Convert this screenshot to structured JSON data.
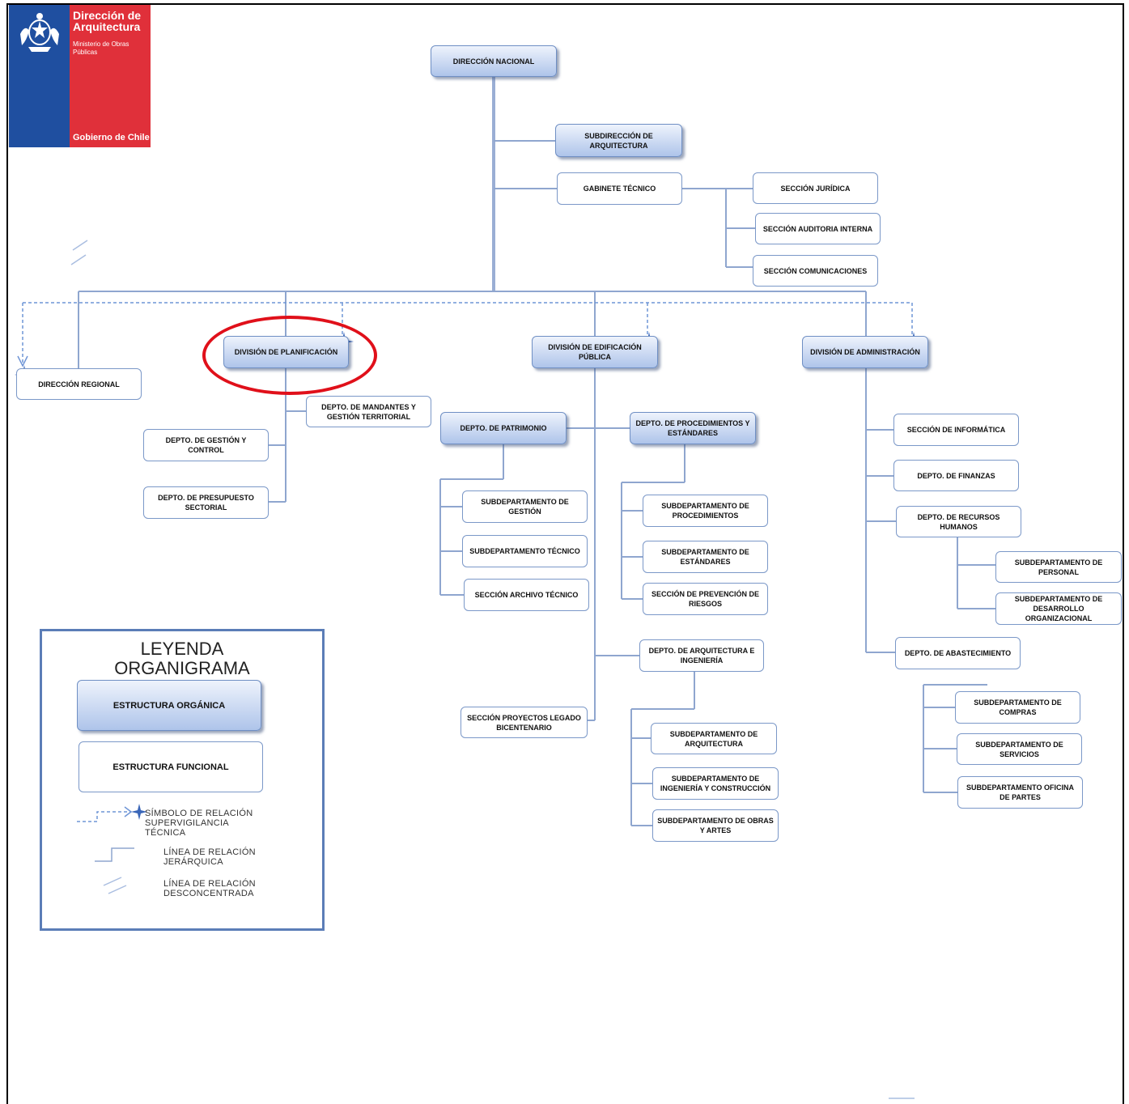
{
  "logo": {
    "title_line1": "Dirección de",
    "title_line2": "Arquitectura",
    "ministry_line1": "Ministerio de Obras",
    "ministry_line2": "Públicas",
    "government": "Gobierno de Chile",
    "colors": {
      "blue": "#1f4fa0",
      "red": "#e0303a"
    }
  },
  "nodes": {
    "direccion_nacional": "DIRECCIÓN NACIONAL",
    "subdireccion": "SUBDIRECCIÓN DE ARQUITECTURA",
    "gabinete": "GABINETE TÉCNICO",
    "seccion_juridica": "SECCIÓN JURÍDICA",
    "seccion_auditoria": "SECCIÓN AUDITORIA INTERNA",
    "seccion_comunicaciones": "SECCIÓN COMUNICACIONES",
    "direccion_regional": "DIRECCIÓN REGIONAL",
    "division_planificacion": "DIVISIÓN DE PLANIFICACIÓN",
    "depto_mandantes": "DEPTO. DE MANDANTES Y GESTIÓN TERRITORIAL",
    "depto_gestion_control": "DEPTO. DE GESTIÓN Y CONTROL",
    "depto_presupuesto": "DEPTO. DE PRESUPUESTO SECTORIAL",
    "division_edificacion": "DIVISIÓN DE EDIFICACIÓN PÚBLICA",
    "depto_patrimonio": "DEPTO. DE PATRIMONIO",
    "depto_procedimientos": "DEPTO. DE PROCEDIMIENTOS Y ESTÁNDARES",
    "subdepto_gestion": "SUBDEPARTAMENTO DE GESTIÓN",
    "subdepto_tecnico": "SUBDEPARTAMENTO TÉCNICO",
    "seccion_archivo": "SECCIÓN ARCHIVO TÉCNICO",
    "subdepto_procedimientos": "SUBDEPARTAMENTO DE PROCEDIMIENTOS",
    "subdepto_estandares": "SUBDEPARTAMENTO DE ESTÁNDARES",
    "seccion_prevencion": "SECCIÓN DE PREVENCIÓN DE RIESGOS",
    "depto_arquitectura": "DEPTO. DE ARQUITECTURA E INGENIERÍA",
    "seccion_bicentenario": "SECCIÓN PROYECTOS LEGADO BICENTENARIO",
    "subdepto_arquitectura": "SUBDEPARTAMENTO DE ARQUITECTURA",
    "subdepto_ingenieria": "SUBDEPARTAMENTO DE INGENIERÍA Y CONSTRUCCIÓN",
    "subdepto_obras": "SUBDEPARTAMENTO DE OBRAS Y ARTES",
    "division_administracion": "DIVISIÓN DE ADMINISTRACIÓN",
    "seccion_informatica": "SECCIÓN DE INFORMÁTICA",
    "depto_finanzas": "DEPTO. DE FINANZAS",
    "depto_rrhh": "DEPTO. DE RECURSOS HUMANOS",
    "subdepto_personal": "SUBDEPARTAMENTO DE PERSONAL",
    "subdepto_desarrollo": "SUBDEPARTAMENTO DE DESARROLLO ORGANIZACIONAL",
    "depto_abastecimiento": "DEPTO. DE ABASTECIMIENTO",
    "subdepto_compras": "SUBDEPARTAMENTO DE COMPRAS",
    "subdepto_servicios": "SUBDEPARTAMENTO DE SERVICIOS",
    "subdepto_oficina_partes": "SUBDEPARTAMENTO OFICINA DE PARTES"
  },
  "legend": {
    "title_line1": "LEYENDA",
    "title_line2": "ORGANIGRAMA",
    "organic": "ESTRUCTURA ORGÁNICA",
    "functional": "ESTRUCTURA FUNCIONAL",
    "symbol_line1": "SÍMBOLO DE RELACIÓN",
    "symbol_line2": "SUPERVIGILANCIA",
    "symbol_line3": "TÉCNICA",
    "hier_line1": "LÍNEA DE RELACIÓN",
    "hier_line2": "JERÁRQUICA",
    "desc_line1": "LÍNEA DE RELACIÓN",
    "desc_line2": "DESCONCENTRADA"
  },
  "colors": {
    "connector": "#8fa6cf",
    "dashed": "#6f95d6",
    "highlight_ring": "#e0101a"
  }
}
